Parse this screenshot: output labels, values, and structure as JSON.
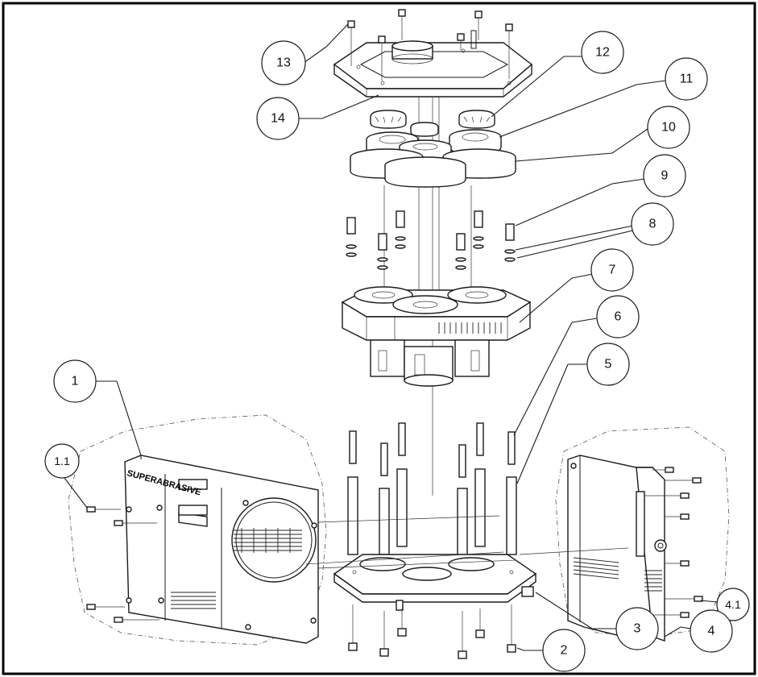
{
  "brand_text": "SUPERABRASIVE",
  "callouts": [
    {
      "id": "c13",
      "label": "13"
    },
    {
      "id": "c12",
      "label": "12"
    },
    {
      "id": "c11",
      "label": "11"
    },
    {
      "id": "c14",
      "label": "14"
    },
    {
      "id": "c10",
      "label": "10"
    },
    {
      "id": "c9",
      "label": "9"
    },
    {
      "id": "c8",
      "label": "8"
    },
    {
      "id": "c7",
      "label": "7"
    },
    {
      "id": "c6",
      "label": "6"
    },
    {
      "id": "c5",
      "label": "5"
    },
    {
      "id": "c1",
      "label": "1"
    },
    {
      "id": "c1_1",
      "label": "1.1"
    },
    {
      "id": "c4_1",
      "label": "4.1"
    },
    {
      "id": "c4",
      "label": "4"
    },
    {
      "id": "c3",
      "label": "3"
    },
    {
      "id": "c2",
      "label": "2"
    }
  ],
  "colors": {
    "line": "#1a1a1a",
    "background": "#ffffff",
    "frame": "#000000"
  }
}
